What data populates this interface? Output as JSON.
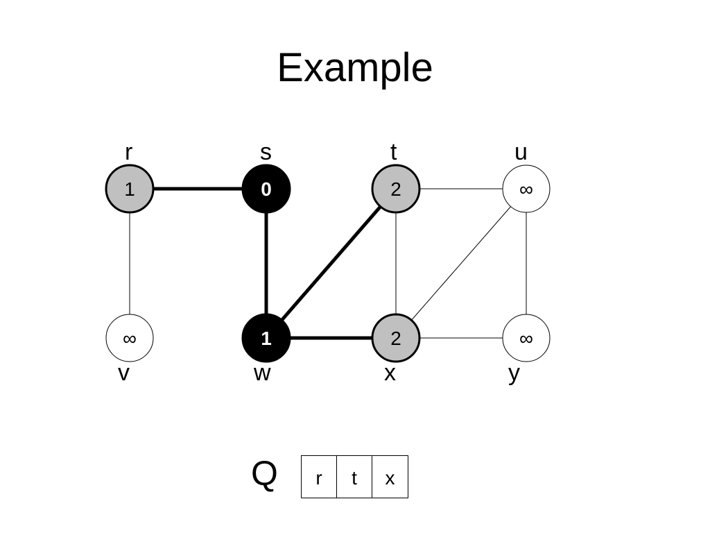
{
  "title": "Example",
  "nodes": [
    {
      "id": "r",
      "label": "r",
      "value": "1",
      "state": "gray"
    },
    {
      "id": "s",
      "label": "s",
      "value": "0",
      "state": "black"
    },
    {
      "id": "t",
      "label": "t",
      "value": "2",
      "state": "gray"
    },
    {
      "id": "u",
      "label": "u",
      "value": "∞",
      "state": "white"
    },
    {
      "id": "v",
      "label": "v",
      "value": "∞",
      "state": "white"
    },
    {
      "id": "w",
      "label": "w",
      "value": "1",
      "state": "black"
    },
    {
      "id": "x",
      "label": "x",
      "value": "2",
      "state": "gray"
    },
    {
      "id": "y",
      "label": "y",
      "value": "∞",
      "state": "white"
    }
  ],
  "edges": [
    {
      "from": "r",
      "to": "s",
      "tree": true
    },
    {
      "from": "s",
      "to": "w",
      "tree": true
    },
    {
      "from": "w",
      "to": "t",
      "tree": true
    },
    {
      "from": "w",
      "to": "x",
      "tree": true
    },
    {
      "from": "r",
      "to": "v",
      "tree": false
    },
    {
      "from": "t",
      "to": "u",
      "tree": false
    },
    {
      "from": "t",
      "to": "x",
      "tree": false
    },
    {
      "from": "x",
      "to": "u",
      "tree": false
    },
    {
      "from": "x",
      "to": "y",
      "tree": false
    },
    {
      "from": "u",
      "to": "y",
      "tree": false
    }
  ],
  "colors": {
    "gray": "#c0c0c0",
    "black": "#000000",
    "white": "#ffffff"
  },
  "queue": {
    "label": "Q",
    "items": [
      "r",
      "t",
      "x"
    ]
  }
}
